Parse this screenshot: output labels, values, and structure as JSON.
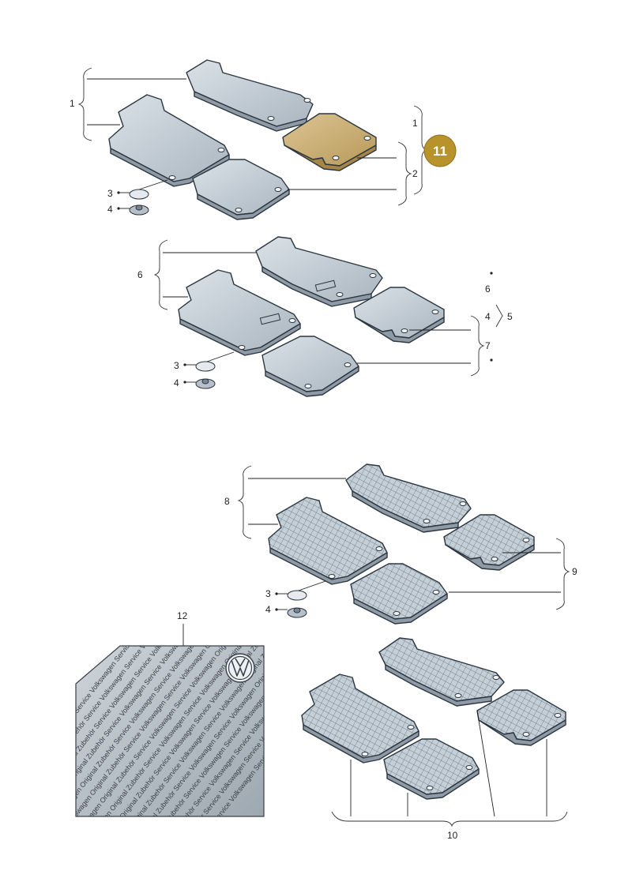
{
  "callouts": {
    "c1": "1",
    "c2": "2",
    "c3": "3",
    "c4": "4",
    "c5": "5",
    "c6": "6",
    "c7": "7",
    "c8": "8",
    "c9": "9",
    "c10": "10",
    "c11": "11",
    "c12": "12"
  },
  "badge": {
    "label": "11",
    "color": "#b8922a"
  },
  "plate": {
    "logo": "vw-logo-icon",
    "pattern_text": "Volkswagen Original Zubehör Service Volkswagen Service Volkswagen Original Zubehör Service"
  },
  "colors": {
    "mat_fill": "#c4cfd8",
    "mat_side": "#8e9aa5",
    "mat_highlight": "#c8ad73",
    "plate_fill": "#b9c1c8"
  }
}
